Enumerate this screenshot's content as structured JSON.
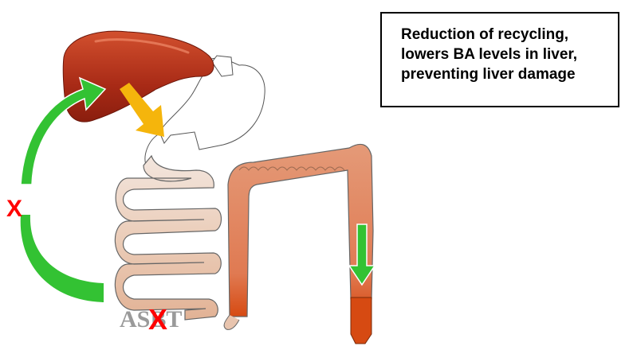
{
  "callout": {
    "lines": [
      "Reduction of recycling,",
      "lowers BA levels in liver,",
      "preventing liver damage"
    ]
  },
  "transporter": {
    "label": "ASBT",
    "blocked_mark": "X"
  },
  "recycling_path": {
    "blocked_mark": "X"
  },
  "colors": {
    "liver": "#b3301a",
    "recycling_arrow": "#33c233",
    "bile_flow_arrow": "#f5b50c",
    "excretion_arrow": "#33c233",
    "small_intestine": "#e8c0a8",
    "colon": "#e39070",
    "rectum": "#d84a12",
    "block_mark": "#ff0000"
  }
}
